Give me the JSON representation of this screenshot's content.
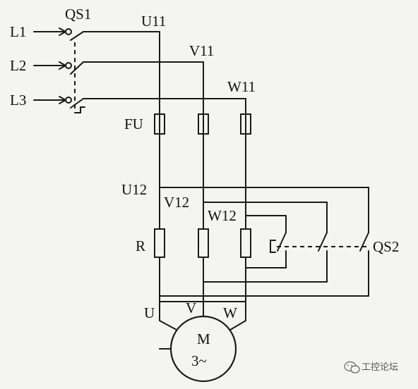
{
  "labels": {
    "qs1": "QS1",
    "l1": "L1",
    "l2": "L2",
    "l3": "L3",
    "u11": "U11",
    "v11": "V11",
    "w11": "W11",
    "fu": "FU",
    "u12": "U12",
    "v12": "V12",
    "w12": "W12",
    "r": "R",
    "qs2": "QS2",
    "u": "U",
    "v": "V",
    "w": "W",
    "motor_m": "M",
    "motor_phase": "3~"
  },
  "watermark": {
    "text": "工控论坛",
    "icon": "wechat-icon"
  }
}
